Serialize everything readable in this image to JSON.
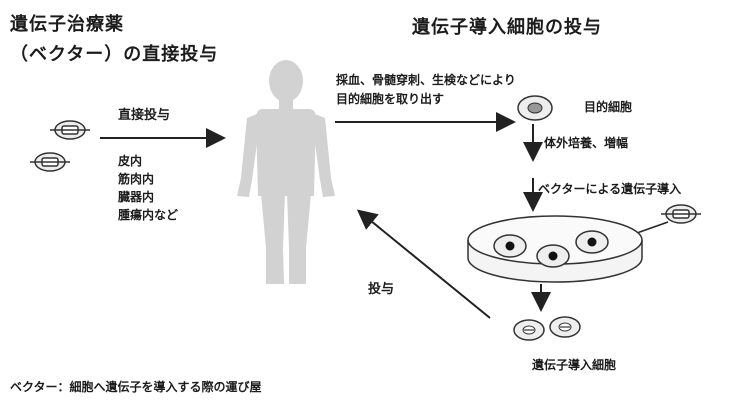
{
  "left_title": {
    "line1": "遺伝子治療薬",
    "line2": "（ベクター）の直接投与"
  },
  "right_title": "遺伝子導入細胞の投与",
  "direct": {
    "label": "直接投与",
    "routes": [
      "皮内",
      "筋肉内",
      "臓器内",
      "腫瘍内など"
    ]
  },
  "extract": {
    "line1": "採血、骨髄穿刺、生検などにより",
    "line2": "目的細胞を取り出す"
  },
  "target_cell_label": "目的細胞",
  "culture_label": "体外培養、増幅",
  "transfer_label": "ベクターによる遺伝子導入",
  "administer_label": "投与",
  "transduced_cell_label": "遺伝子導入細胞",
  "footnote": "ベクター：細胞へ遺伝子を導入する際の運び屋"
}
